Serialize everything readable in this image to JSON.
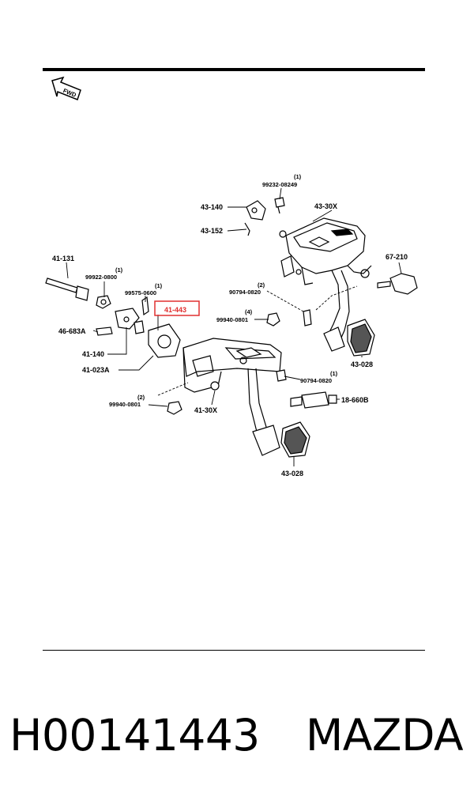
{
  "fwd_label": "FWD",
  "highlight_color": "#e03030",
  "labels": {
    "p99232": "99232-08249",
    "p99232_qty": "(1)",
    "p43_140_top": "43-140",
    "p43_30x_top": "43-30X",
    "p43_152": "43-152",
    "p41_131": "41-131",
    "p99922": "99922-0800",
    "p99922_qty": "(1)",
    "p99575": "99575-0600",
    "p99575_qty": "(1)",
    "p41_443": "41-443",
    "p90794_top": "90794-0820",
    "p90794_top_qty": "(2)",
    "p67_210": "67-210",
    "p99940_top": "99940-0801",
    "p99940_top_qty": "(4)",
    "p46_683a": "46-683A",
    "p41_140": "41-140",
    "p41_023a": "41-023A",
    "p43_028_top": "43-028",
    "p90794_bot": "90794-0820",
    "p90794_bot_qty": "(1)",
    "p99940_bot": "99940-0801",
    "p99940_bot_qty": "(2)",
    "p41_30x": "41-30X",
    "p18_660b": "18-660B",
    "p43_028_bot": "43-028"
  },
  "footer": {
    "part_number": "H00141443",
    "brand": "MAZDA"
  }
}
